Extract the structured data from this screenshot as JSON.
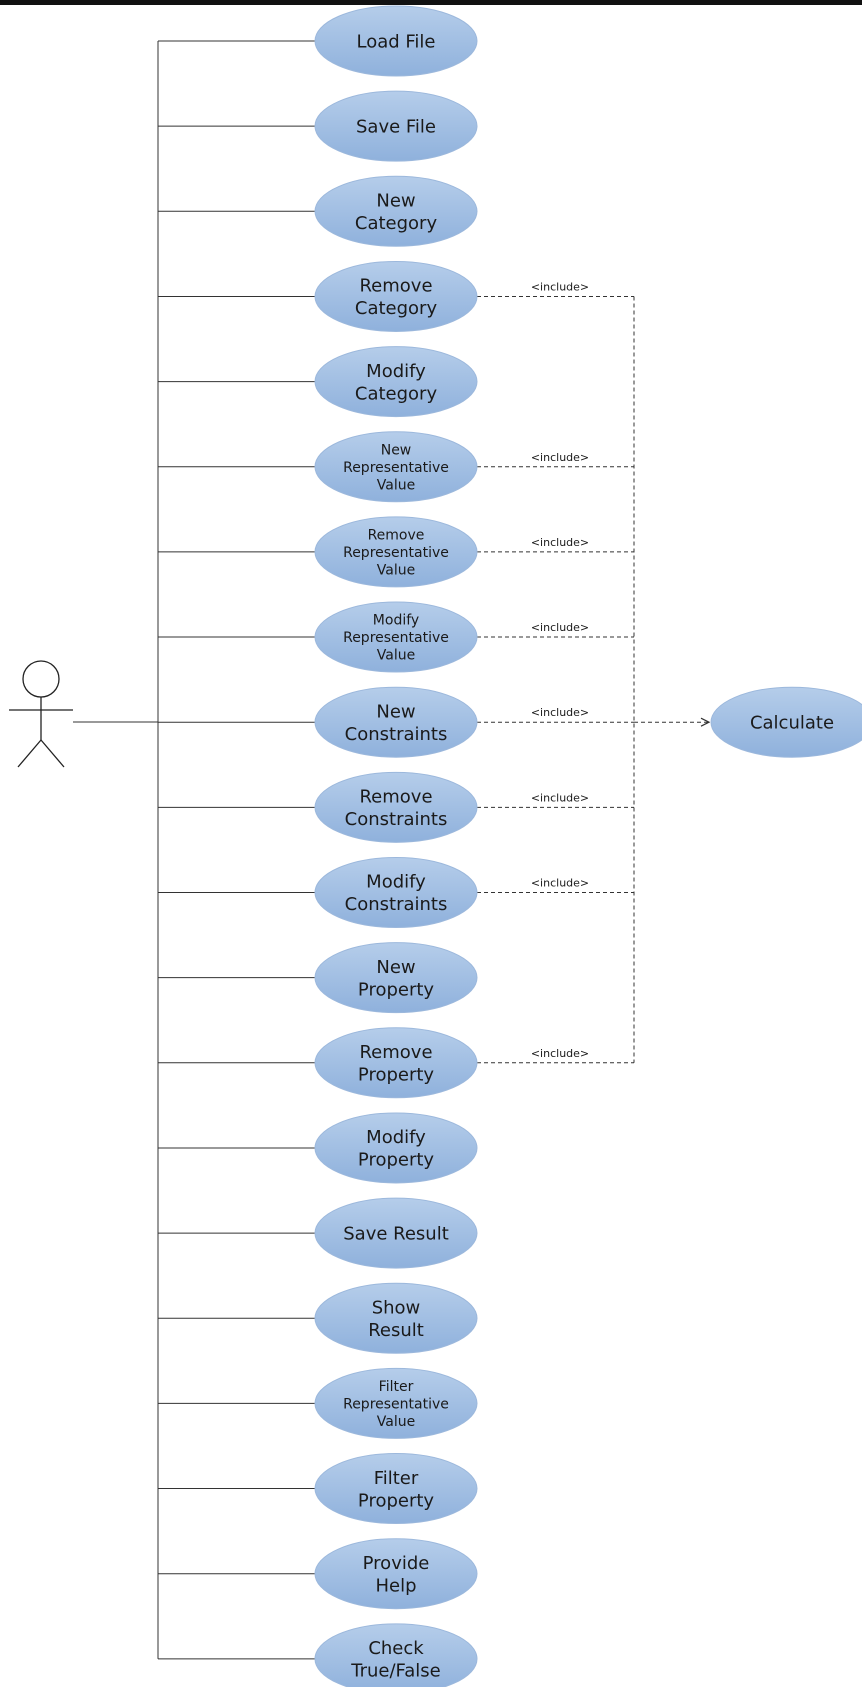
{
  "actor": {
    "label": ""
  },
  "use_cases": [
    {
      "id": "load-file",
      "lines": [
        "Load File"
      ]
    },
    {
      "id": "save-file",
      "lines": [
        "Save File"
      ]
    },
    {
      "id": "new-category",
      "lines": [
        "New",
        "Category"
      ]
    },
    {
      "id": "remove-category",
      "lines": [
        "Remove",
        "Category"
      ],
      "include": true
    },
    {
      "id": "modify-category",
      "lines": [
        "Modify",
        "Category"
      ]
    },
    {
      "id": "new-representative-value",
      "lines": [
        "New",
        "Representative",
        "Value"
      ],
      "include": true
    },
    {
      "id": "remove-representative-value",
      "lines": [
        "Remove",
        "Representative",
        "Value"
      ],
      "include": true
    },
    {
      "id": "modify-representative-value",
      "lines": [
        "Modify",
        "Representative",
        "Value"
      ],
      "include": true
    },
    {
      "id": "new-constraints",
      "lines": [
        "New",
        "Constraints"
      ],
      "include": true
    },
    {
      "id": "remove-constraints",
      "lines": [
        "Remove",
        "Constraints"
      ],
      "include": true
    },
    {
      "id": "modify-constraints",
      "lines": [
        "Modify",
        "Constraints"
      ],
      "include": true
    },
    {
      "id": "new-property",
      "lines": [
        "New",
        "Property"
      ]
    },
    {
      "id": "remove-property",
      "lines": [
        "Remove",
        "Property"
      ],
      "include": true
    },
    {
      "id": "modify-property",
      "lines": [
        "Modify",
        "Property"
      ]
    },
    {
      "id": "save-result",
      "lines": [
        "Save Result"
      ]
    },
    {
      "id": "show-result",
      "lines": [
        "Show",
        "Result"
      ]
    },
    {
      "id": "filter-representative-value",
      "lines": [
        "Filter",
        "Representative",
        "Value"
      ]
    },
    {
      "id": "filter-property",
      "lines": [
        "Filter",
        "Property"
      ]
    },
    {
      "id": "provide-help",
      "lines": [
        "Provide",
        "Help"
      ]
    },
    {
      "id": "check-true-false",
      "lines": [
        "Check",
        "True/False"
      ]
    }
  ],
  "target": {
    "id": "calculate",
    "label": "Calculate"
  },
  "include_label": "<include>",
  "colors": {
    "ellipse_fill_top": "#b5cdea",
    "ellipse_fill_bottom": "#8fb1dc",
    "ellipse_stroke": "#9cb8dc",
    "line": "#333333",
    "dashed": "#333333"
  }
}
